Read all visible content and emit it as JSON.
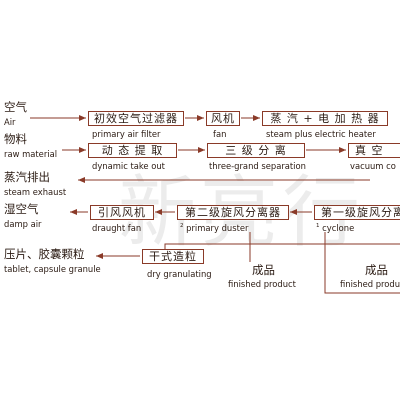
{
  "watermark": "新亮行",
  "inputs": {
    "air_zh": "空气",
    "air_en": "Air",
    "material_zh": "物料",
    "material_en": "raw material"
  },
  "outputs": {
    "exhaust_zh": "蒸汽排出",
    "exhaust_en": "steam exhaust",
    "damp_zh": "湿空气",
    "damp_en": "damp air",
    "granule_zh": "压片、胶囊颗粒",
    "granule_en": "tablet, capsule granule"
  },
  "boxes": {
    "primary_filter": {
      "zh": "初效空气过滤器",
      "en": "primary air filter"
    },
    "fan": {
      "zh": "风机",
      "en": "fan"
    },
    "steam_heater": {
      "zh": "蒸 汽 + 电 加 热 器",
      "en": "steam plus electric heater"
    },
    "dynamic": {
      "zh": "动 态 提 取",
      "en": "dynamic take out"
    },
    "three_grand": {
      "zh": "三 级 分 离",
      "en": "three-grand separation"
    },
    "vacuum": {
      "zh": "真 空",
      "en": "vacuum co"
    },
    "draught_fan": {
      "zh": "引风风机",
      "en": "draught fan"
    },
    "second_cyclone": {
      "zh": "第二级旋风分离器",
      "sup": "2",
      "en": "primary duster"
    },
    "first_cyclone": {
      "zh": "第一级旋风分离",
      "sup": "1",
      "en": "cyclone"
    },
    "dry_gran": {
      "zh": "干式造粒",
      "en": "dry granulating"
    }
  },
  "products": {
    "p1_zh": "成品",
    "p1_en": "finished product",
    "p2_zh": "成品",
    "p2_en": "finished product"
  },
  "colors": {
    "line": "#8a3a28",
    "text": "#2a1a12",
    "background": "#ffffff"
  }
}
